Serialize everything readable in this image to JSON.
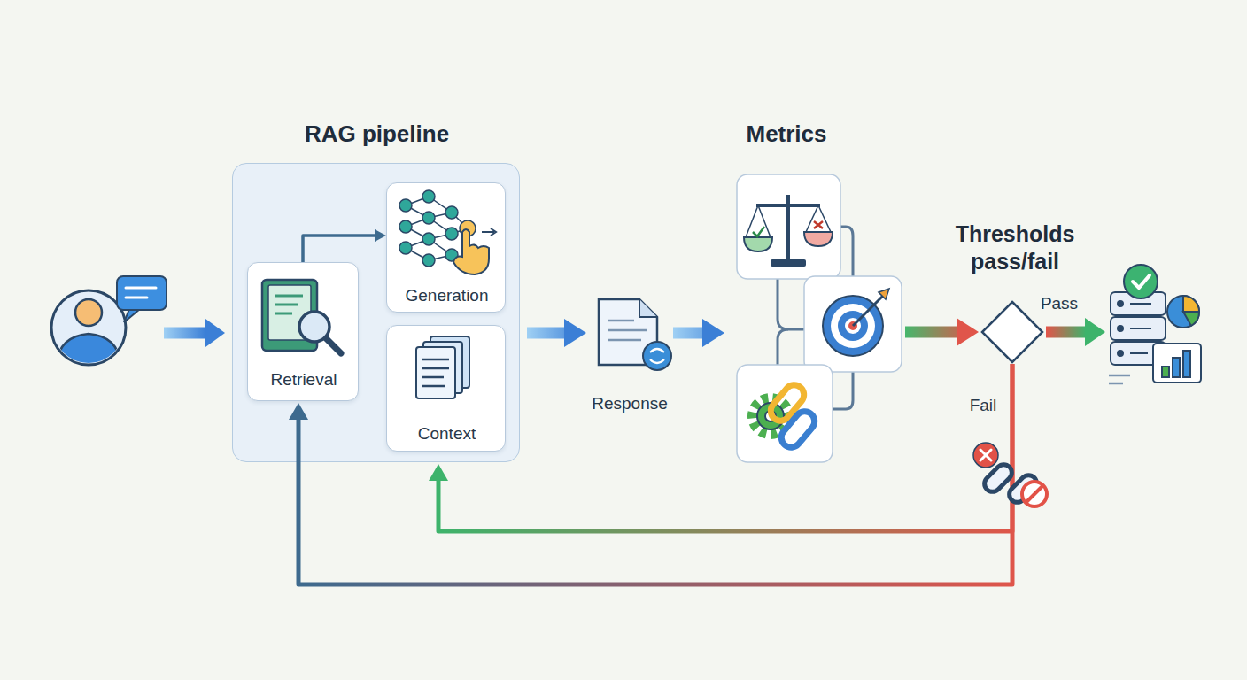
{
  "diagram": {
    "nodes": [
      {
        "text": [
          "RAG pipeline"
        ]
      },
      {
        "text": [
          "Retrieval"
        ],
        "in": 0
      },
      {
        "text": [
          "Generation"
        ],
        "in": 0
      },
      {
        "text": [
          "Context"
        ],
        "in": 0
      },
      {
        "text": [
          "Response"
        ]
      },
      {
        "text": [
          "Metrics"
        ]
      },
      {
        "text": [
          "Thresholds pass/fail"
        ]
      }
    ],
    "edges": [
      {
        "from": 1,
        "to": 2,
        "arrow": "to"
      },
      {
        "from": 0,
        "to": 4,
        "arrow": "to"
      },
      {
        "from": 4,
        "to": 5,
        "arrow": "to"
      },
      {
        "from": 5,
        "to": 6,
        "arrow": "to"
      },
      {
        "from": 6,
        "to": 0,
        "arrow": "to",
        "label": "Fail"
      },
      {
        "from": 6,
        "to": 1,
        "arrow": "to"
      }
    ],
    "labels": [
      "Pass"
    ]
  }
}
